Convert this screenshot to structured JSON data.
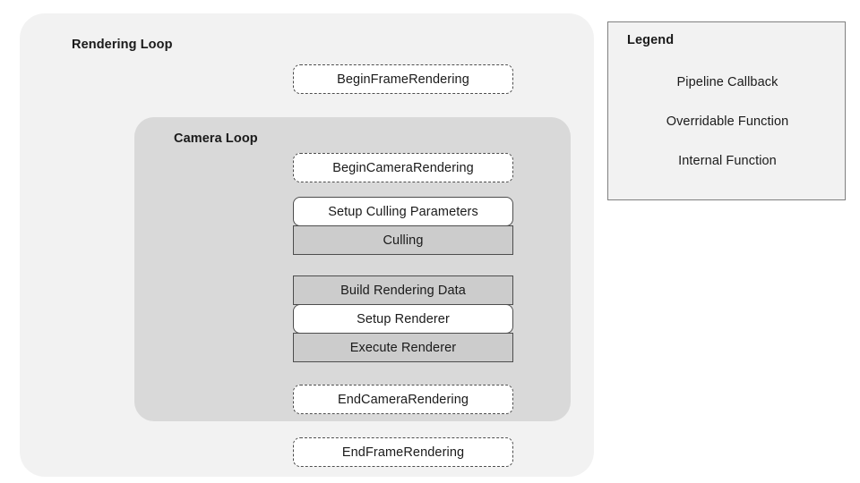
{
  "diagram": {
    "title": "Rendering Loop",
    "style_kinds": {
      "callback": "Pipeline Callback",
      "overridable": "Overridable Function",
      "internal": "Internal Function"
    },
    "colors": {
      "outer_container_fill": "#F2F2F2",
      "inner_container_fill": "#D9D9D9",
      "internal_node_fill": "#CCCCCC",
      "node_stroke": "#4D4D4D",
      "legend_border": "#808080",
      "text": "#1A1A1A",
      "page_background": "#FFFFFF"
    },
    "rendering_loop": {
      "label": "Rendering Loop",
      "nodes_before": [
        {
          "label": "BeginFrameRendering",
          "kind": "callback"
        }
      ],
      "camera_loop": {
        "label": "Camera Loop",
        "nodes": [
          {
            "label": "BeginCameraRendering",
            "kind": "callback"
          },
          {
            "label": "Setup Culling Parameters",
            "kind": "overridable"
          },
          {
            "label": "Culling",
            "kind": "internal"
          },
          {
            "label": "Build Rendering Data",
            "kind": "internal"
          },
          {
            "label": "Setup Renderer",
            "kind": "overridable"
          },
          {
            "label": "Execute Renderer",
            "kind": "internal"
          },
          {
            "label": "EndCameraRendering",
            "kind": "callback"
          }
        ]
      },
      "nodes_after": [
        {
          "label": "EndFrameRendering",
          "kind": "callback"
        }
      ]
    },
    "legend": {
      "title": "Legend",
      "items": [
        {
          "label": "Pipeline Callback",
          "kind": "callback"
        },
        {
          "label": "Overridable Function",
          "kind": "overridable"
        },
        {
          "label": "Internal Function",
          "kind": "internal"
        }
      ]
    }
  }
}
